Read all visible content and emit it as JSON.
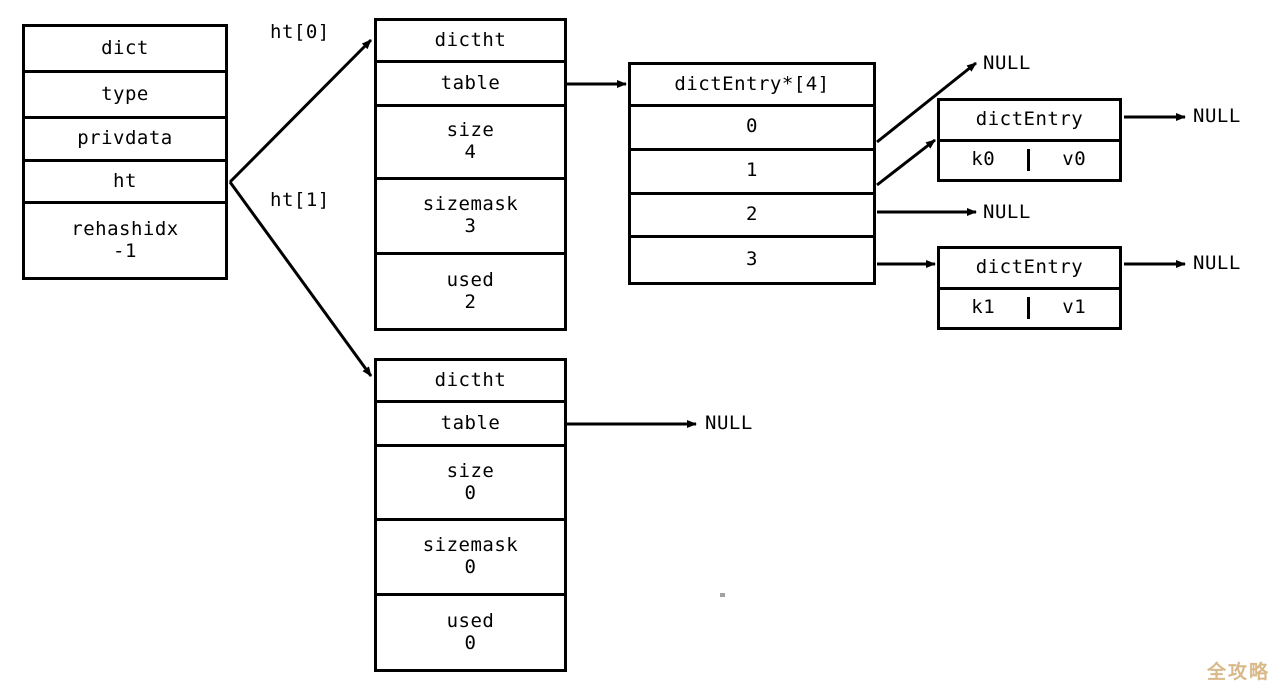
{
  "diagram": {
    "title": "Redis dict with two hash tables (ht[0] populated, ht[1] empty)",
    "background_color": "#ffffff",
    "line_color": "#000000",
    "watermark": "全攻略",
    "watermark_color": "#d9b98a"
  },
  "dict_struct": {
    "name": "dict",
    "fields": [
      {
        "label": "dict",
        "value": ""
      },
      {
        "label": "type",
        "value": ""
      },
      {
        "label": "privdata",
        "value": ""
      },
      {
        "label": "ht",
        "value": ""
      },
      {
        "label": "rehashidx",
        "value": "-1"
      }
    ]
  },
  "pointer_labels": {
    "ht0": "ht[0]",
    "ht1": "ht[1]"
  },
  "dictht0": {
    "name": "dictht",
    "fields": [
      {
        "label": "dictht",
        "value": ""
      },
      {
        "label": "table",
        "value": ""
      },
      {
        "label": "size",
        "value": "4"
      },
      {
        "label": "sizemask",
        "value": "3"
      },
      {
        "label": "used",
        "value": "2"
      }
    ]
  },
  "dictht1": {
    "name": "dictht",
    "fields": [
      {
        "label": "dictht",
        "value": ""
      },
      {
        "label": "table",
        "value": ""
      },
      {
        "label": "size",
        "value": "0"
      },
      {
        "label": "sizemask",
        "value": "0"
      },
      {
        "label": "used",
        "value": "0"
      }
    ]
  },
  "bucket_array": {
    "header": "dictEntry*[4]",
    "buckets": [
      {
        "index": "0",
        "target": "NULL"
      },
      {
        "index": "1",
        "target": "dictEntry k0 v0"
      },
      {
        "index": "2",
        "target": "NULL"
      },
      {
        "index": "3",
        "target": "dictEntry k1 v1"
      }
    ]
  },
  "entries": [
    {
      "header": "dictEntry",
      "key": "k0",
      "value": "v0",
      "next": "NULL"
    },
    {
      "header": "dictEntry",
      "key": "k1",
      "value": "v1",
      "next": "NULL"
    }
  ],
  "null_labels": {
    "bucket0_null": "NULL",
    "bucket2_null": "NULL",
    "entry0_next_null": "NULL",
    "entry1_next_null": "NULL",
    "dictht1_table_null": "NULL"
  }
}
